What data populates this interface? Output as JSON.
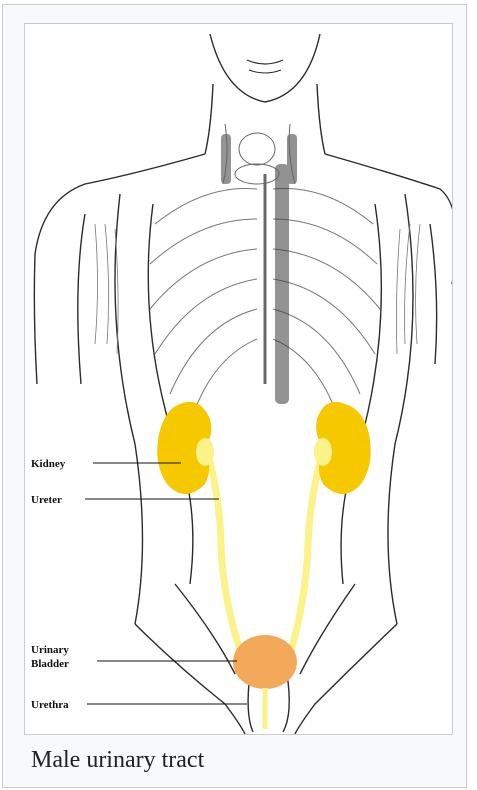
{
  "figure": {
    "labels": {
      "kidney": "Kidney",
      "ureter": "Ureter",
      "bladder_line1": "Urinary",
      "bladder_line2": "Bladder",
      "urethra": "Urethra"
    },
    "caption": "Male urinary tract"
  },
  "colors": {
    "kidney": "#f5c800",
    "ureter": "#fbf28a",
    "bladder": "#f3a95a",
    "line_art": "#2b2b2b",
    "frame_border": "#c8ccd1"
  }
}
